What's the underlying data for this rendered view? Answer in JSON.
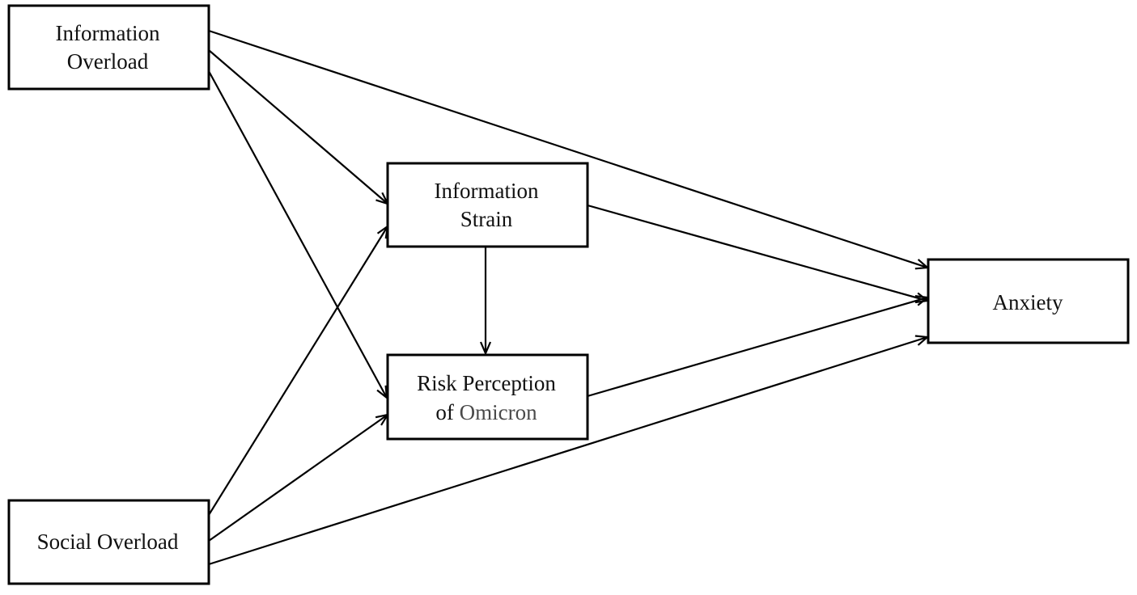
{
  "nodes": {
    "information_overload": {
      "line1": "Information",
      "line2": "Overload"
    },
    "information_strain": {
      "line1": "Information",
      "line2": "Strain"
    },
    "risk_perception": {
      "line1": "Risk Perception",
      "line2a": "of ",
      "line2b": "Omicron"
    },
    "social_overload": {
      "line1": "Social Overload"
    },
    "anxiety": {
      "line1": "Anxiety"
    }
  },
  "edges": [
    {
      "from": "Information Overload",
      "to": "Anxiety"
    },
    {
      "from": "Information Overload",
      "to": "Information Strain"
    },
    {
      "from": "Information Overload",
      "to": "Risk Perception of Omicron"
    },
    {
      "from": "Social Overload",
      "to": "Information Strain"
    },
    {
      "from": "Social Overload",
      "to": "Risk Perception of Omicron"
    },
    {
      "from": "Social Overload",
      "to": "Anxiety"
    },
    {
      "from": "Information Strain",
      "to": "Risk Perception of Omicron"
    },
    {
      "from": "Information Strain",
      "to": "Anxiety"
    },
    {
      "from": "Risk Perception of Omicron",
      "to": "Anxiety"
    }
  ],
  "colors": {
    "line": "#000000",
    "text": "#111111",
    "highlight_text": "#4a4a4a",
    "background": "#ffffff"
  }
}
